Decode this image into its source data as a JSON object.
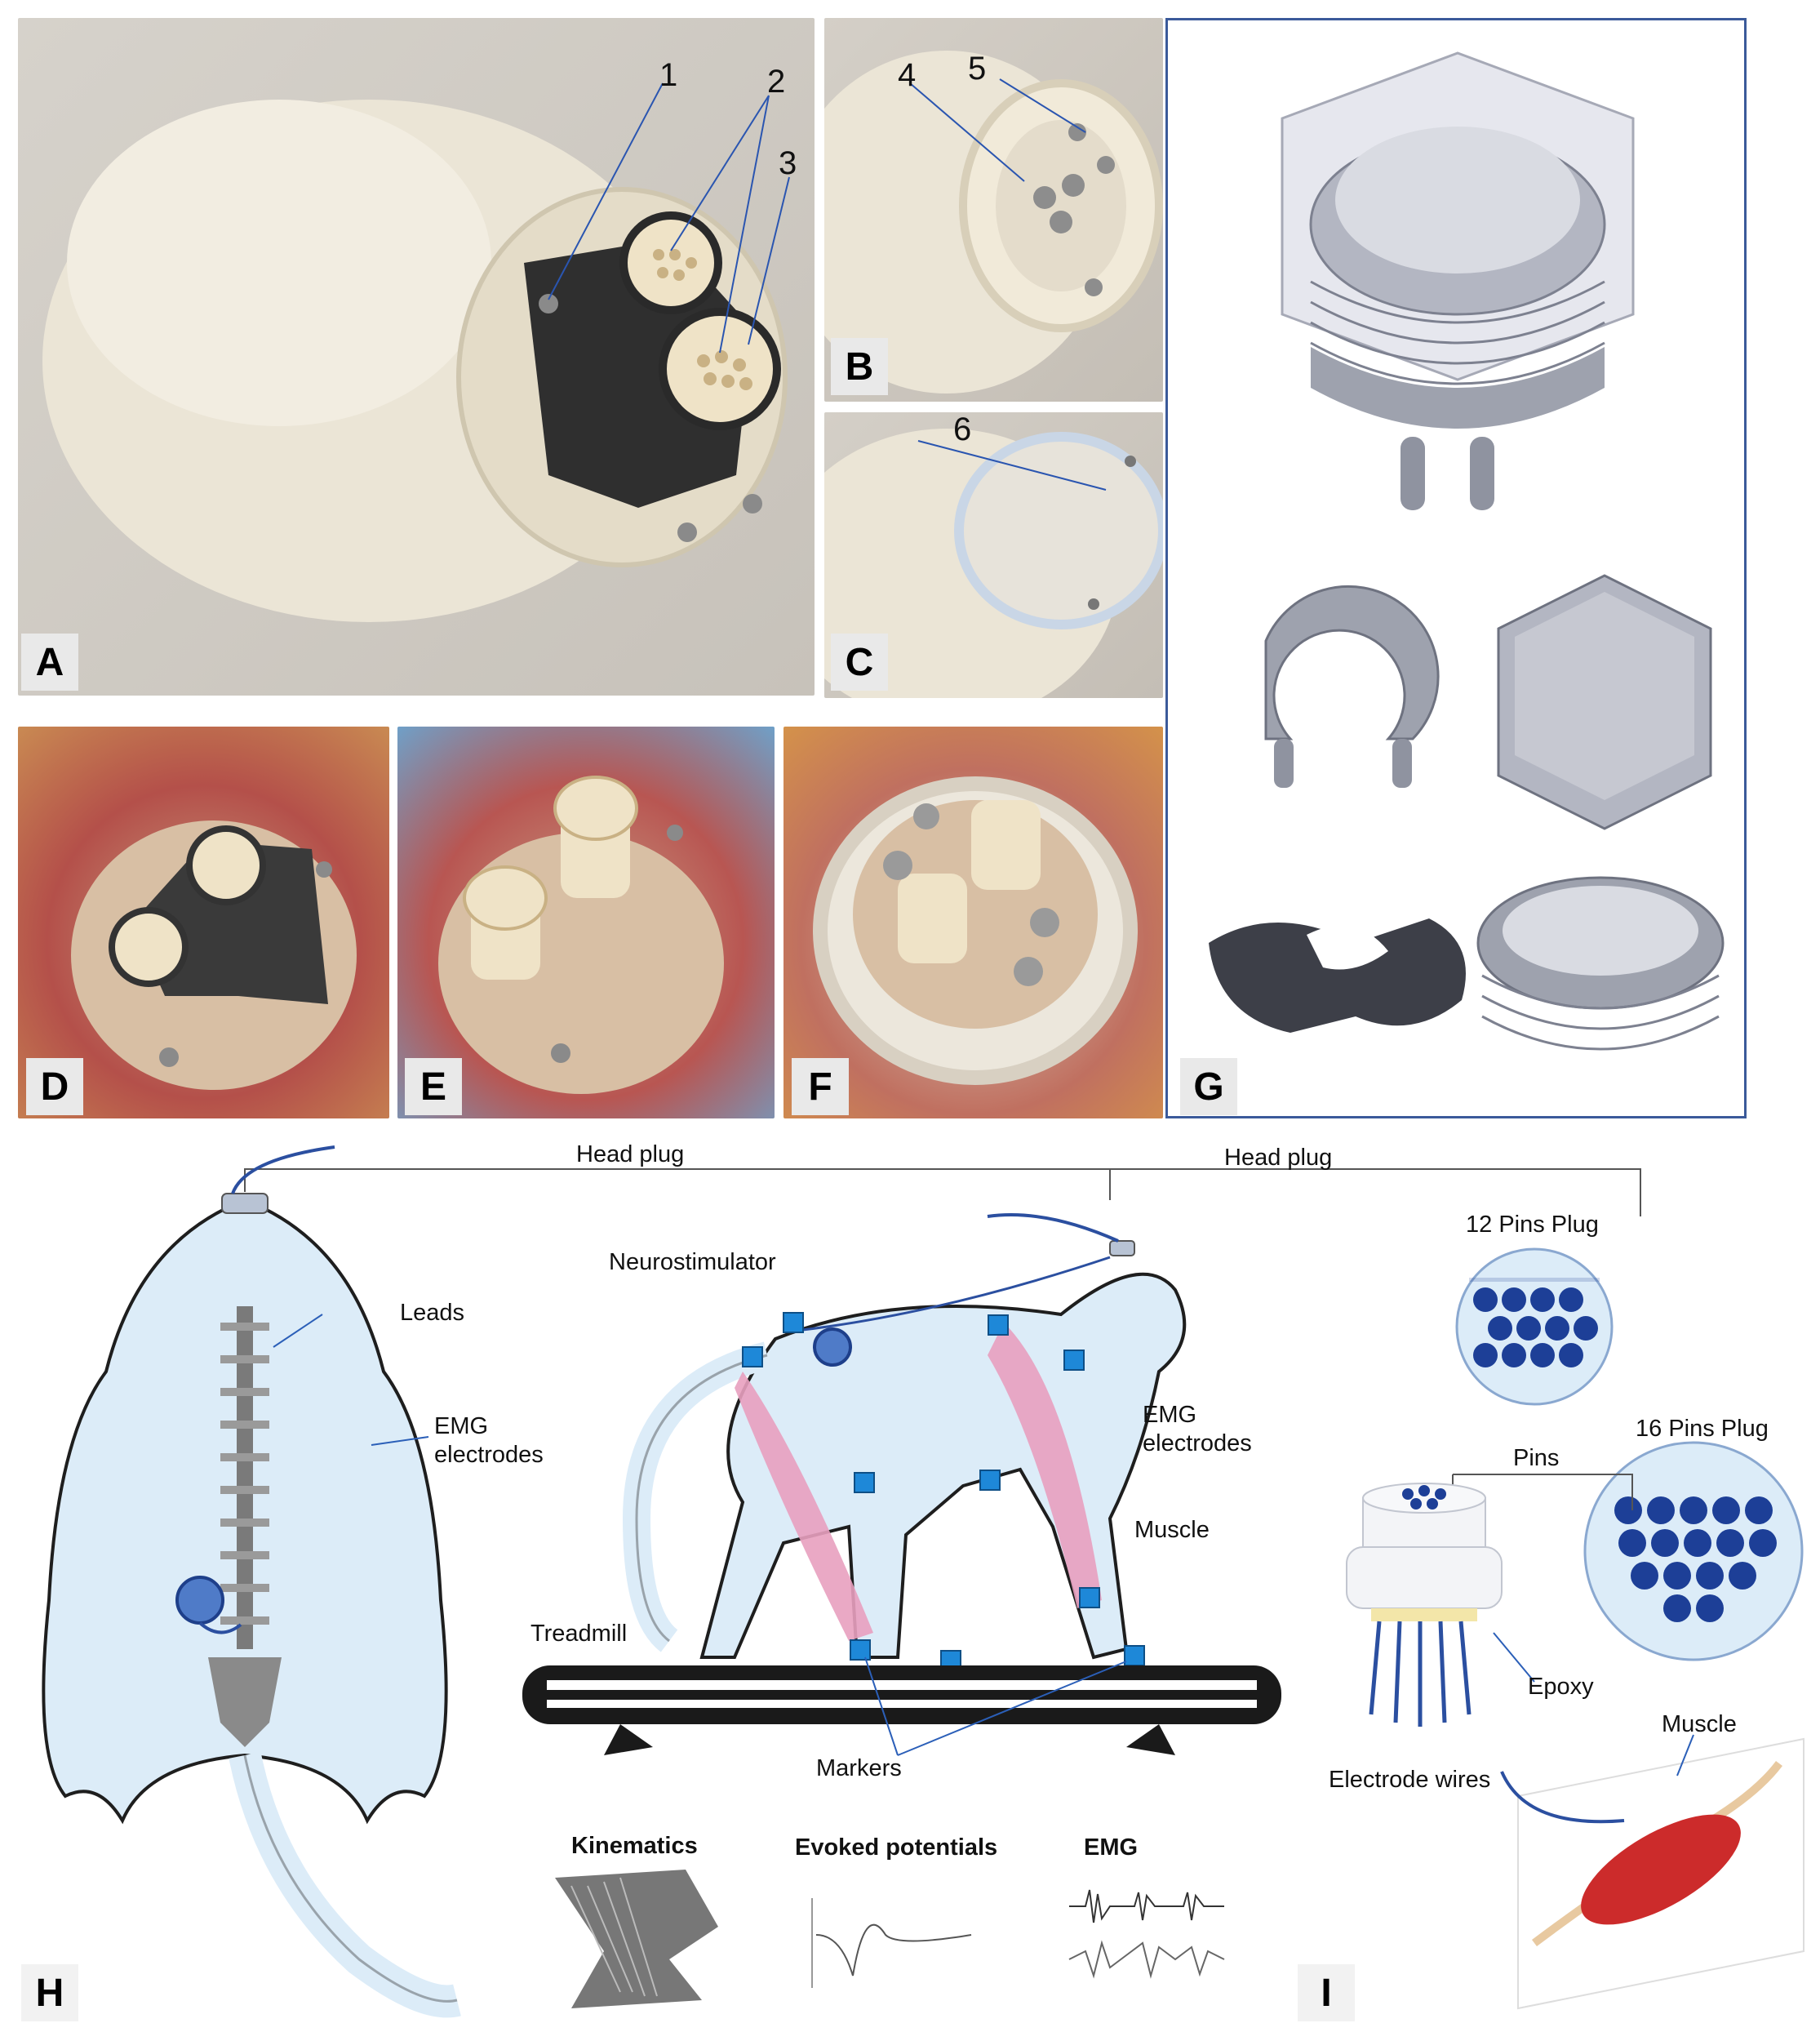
{
  "panel_letters": {
    "a": "A",
    "b": "B",
    "c": "C",
    "d": "D",
    "e": "E",
    "f": "F",
    "g": "G",
    "h": "H",
    "i": "I"
  },
  "callouts": {
    "n1": "1",
    "n2": "2",
    "n3": "3",
    "n4": "4",
    "n5": "5",
    "n6": "6"
  },
  "labels": {
    "head_plug_left": "Head plug",
    "head_plug_right": "Head plug",
    "leads": "Leads",
    "emg_electrodes_left": "EMG\nelectrodes",
    "neurostimulator": "Neurostimulator",
    "emg_electrodes_mid": "EMG\nelectrodes",
    "muscle_mid": "Muscle",
    "treadmill": "Treadmill",
    "markers": "Markers",
    "pins12": "12 Pins Plug",
    "pins16": "16 Pins Plug",
    "pins": "Pins",
    "epoxy": "Epoxy",
    "electrode_wires": "Electrode wires",
    "muscle_right": "Muscle"
  },
  "recordings": {
    "kinematics": "Kinematics",
    "evoked": "Evoked potentials",
    "emg": "EMG"
  },
  "colors": {
    "skull": "#ece6d8",
    "printed_black": "#2e2e2e",
    "ceramic": "#efe3c7",
    "tissue": "#b4504a",
    "cad_gray": "#8f93a0",
    "monkey": "#dcecf8",
    "muscle": "#e8a0bf",
    "marker": "#1e88d8",
    "pin_blue": "#1d3f97",
    "red_muscle": "#cc2b2b",
    "frame_blue": "#3b5a9a"
  }
}
